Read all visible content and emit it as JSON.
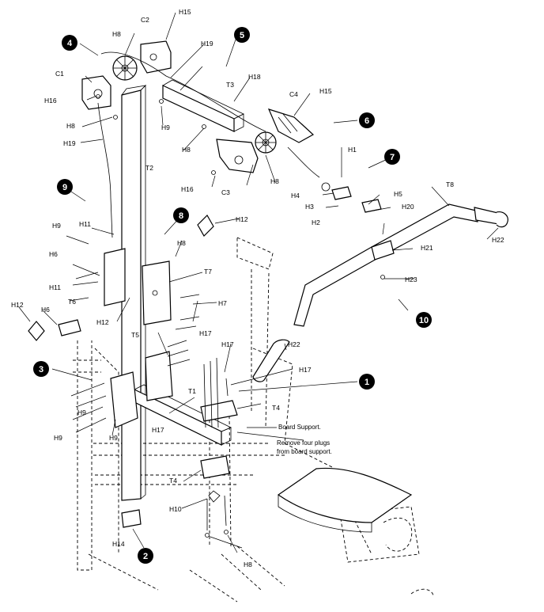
{
  "steps": [
    "1",
    "2",
    "3",
    "4",
    "5",
    "6",
    "7",
    "8",
    "9",
    "10"
  ],
  "parts": [
    "C1",
    "C2",
    "C3",
    "C4",
    "H1",
    "H2",
    "H3",
    "H4",
    "H5",
    "H6",
    "H7",
    "H8",
    "H9",
    "H10",
    "H11",
    "H12",
    "H14",
    "H15",
    "H16",
    "H17",
    "H18",
    "H19",
    "H20",
    "H21",
    "H22",
    "H23",
    "T1",
    "T2",
    "T3",
    "T4",
    "T5",
    "T6",
    "T7",
    "T8"
  ],
  "notes": {
    "board_support": "Board Support.",
    "remove_plugs_line1": "Remove four plugs",
    "remove_plugs_line2": "from board support."
  }
}
